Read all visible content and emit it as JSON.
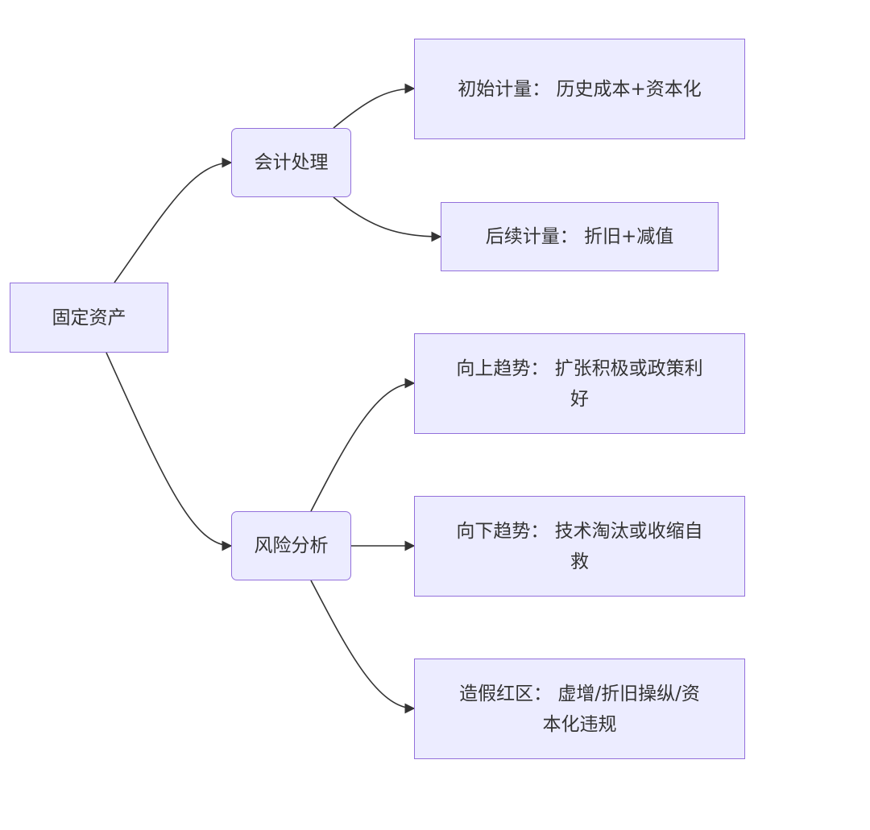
{
  "diagram": {
    "root": {
      "label": "固定资产"
    },
    "accounting": {
      "label": "会计处理",
      "initial": "初始计量： 历史成本+资本化",
      "subsequent": "后续计量： 折旧+减值"
    },
    "risk": {
      "label": "风险分析",
      "upward": "向上趋势： 扩张积极或政策利好",
      "downward": "向下趋势： 技术淘汰或收缩自救",
      "fraud": "造假红区： 虚增/折旧操纵/资本化违规"
    }
  },
  "colors": {
    "node_fill": "#ececff",
    "node_border": "#9370db",
    "edge": "#333333",
    "text": "#333333"
  }
}
